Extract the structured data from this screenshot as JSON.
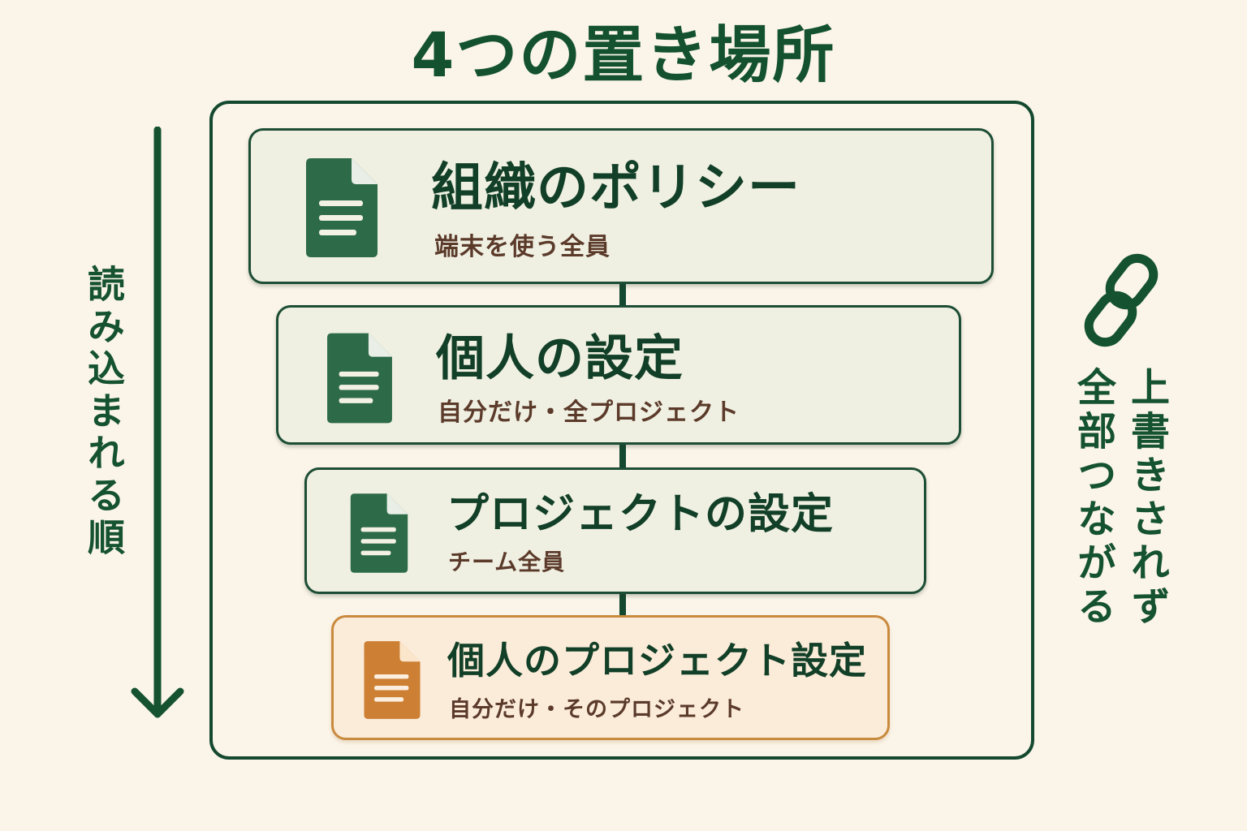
{
  "title": "4つの置き場所",
  "load_order_label": "読み込まれる順",
  "note": {
    "line1": "上書きされず",
    "line2": "全部つながる"
  },
  "icons": {
    "arrow": "down-arrow-icon",
    "chain": "chain-link-icon",
    "document": "document-icon"
  },
  "colors": {
    "primary": "#1b5e3b",
    "accent": "#c97a30",
    "background": "#fbf5e9",
    "subtext": "#5b3a2a"
  },
  "locations": [
    {
      "title": "組織のポリシー",
      "subtitle": "端末を使う全員",
      "highlight": false
    },
    {
      "title": "個人の設定",
      "subtitle": "自分だけ・全プロジェクト",
      "highlight": false
    },
    {
      "title": "プロジェクトの設定",
      "subtitle": "チーム全員",
      "highlight": false
    },
    {
      "title": "個人のプロジェクト設定",
      "subtitle": "自分だけ・そのプロジェクト",
      "highlight": true
    }
  ]
}
